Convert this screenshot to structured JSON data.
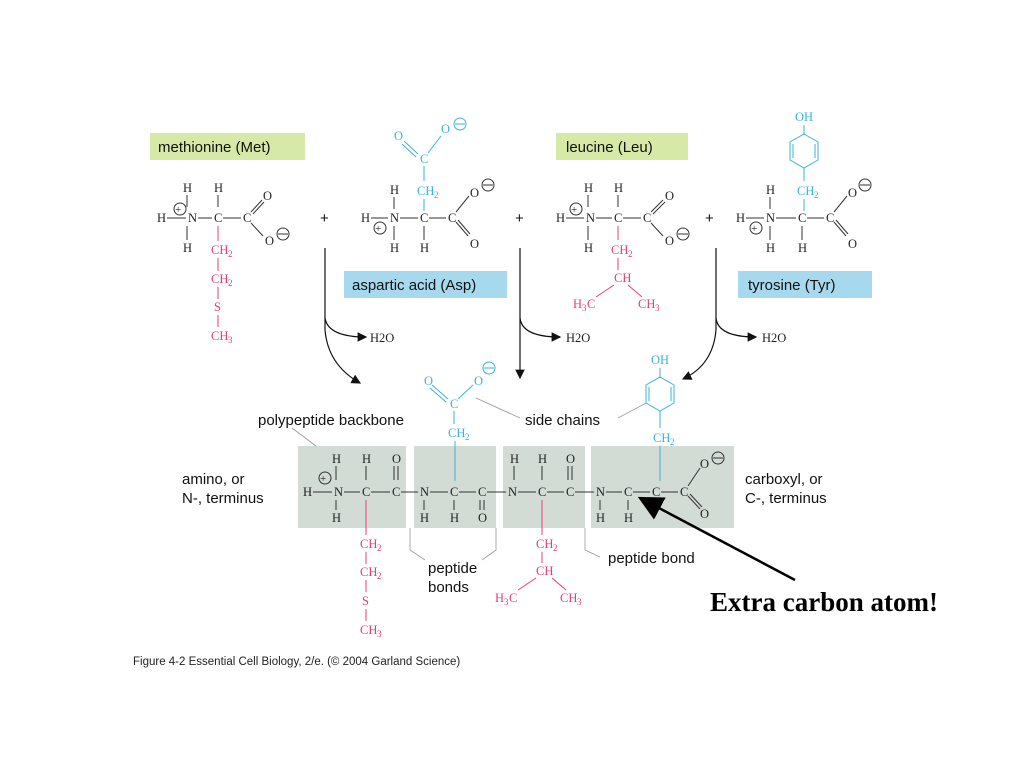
{
  "colors": {
    "label_green": "#d7e9a6",
    "label_blue": "#a7d9ee",
    "backbone_box": "#d3dbd5",
    "side_chain_pink": "#e0407a",
    "side_chain_blue": "#3bb3d6"
  },
  "amino_acids": {
    "met": "methionine (Met)",
    "asp": "aspartic acid (Asp)",
    "leu": "leucine (Leu)",
    "tyr": "tyrosine (Tyr)"
  },
  "water": "H2O",
  "labels": {
    "backbone": "polypeptide backbone",
    "side_chains": "side chains",
    "amino_terminus_line1": "amino, or",
    "amino_terminus_line2": "N-, terminus",
    "carboxyl_terminus_line1": "carboxyl, or",
    "carboxyl_terminus_line2": "C-, terminus",
    "peptide_bonds_line1": "peptide",
    "peptide_bonds_line2": "bonds",
    "peptide_bond": "peptide bond"
  },
  "annotation": "Extra carbon atom!",
  "caption": "Figure 4-2  Essential Cell Biology, 2/e. (© 2004 Garland Science)"
}
